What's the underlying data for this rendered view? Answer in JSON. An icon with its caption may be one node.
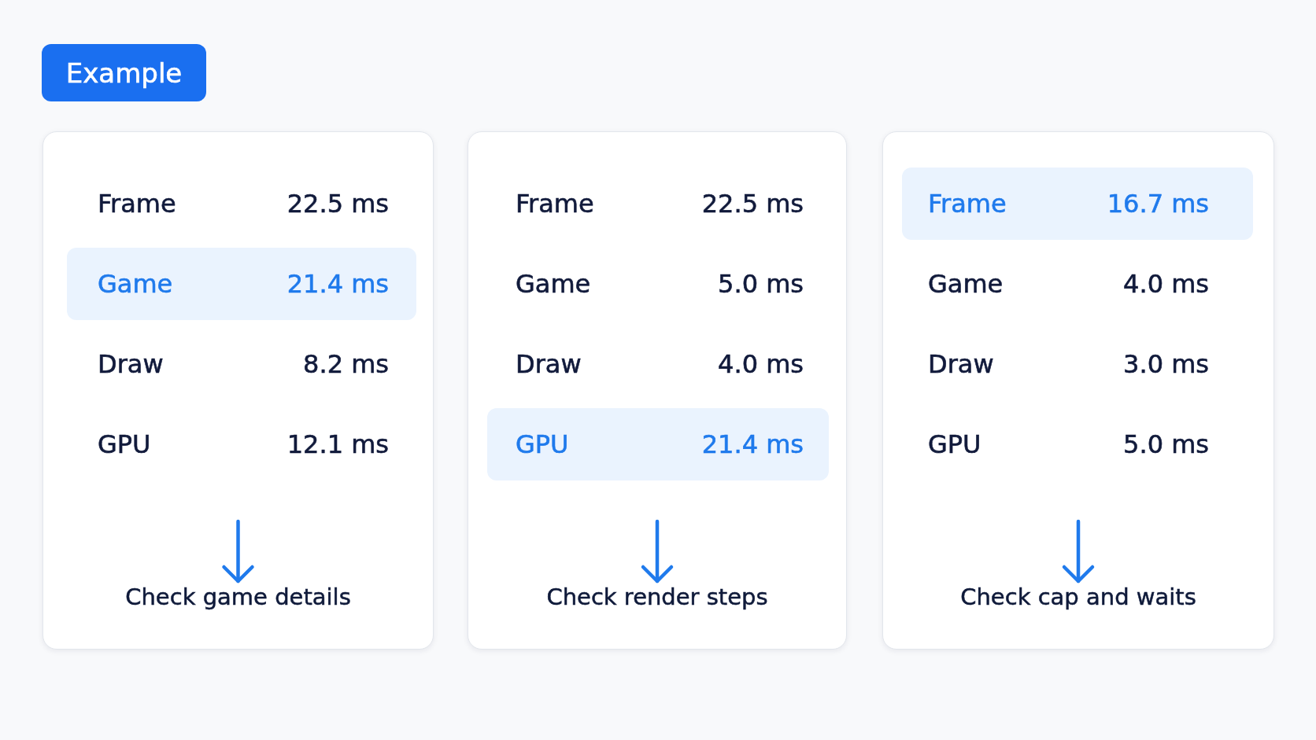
{
  "diagram": {
    "nodes": [
      {
        "text": [
          "Example"
        ]
      },
      {
        "text": [],
        "shape": "box"
      },
      {
        "text": [
          "Frame",
          "22.5 ms"
        ],
        "in": 1
      },
      {
        "text": [
          "Game",
          "21.4 ms"
        ],
        "in": 1
      },
      {
        "text": [
          "Draw",
          "8.2 ms"
        ],
        "in": 1
      },
      {
        "text": [
          "GPU",
          "12.1 ms"
        ],
        "in": 1
      },
      {
        "text": [
          "Check game details"
        ],
        "in": 1
      },
      {
        "text": [],
        "shape": "box"
      },
      {
        "text": [
          "Frame",
          "22.5 ms"
        ],
        "in": 7
      },
      {
        "text": [
          "Game",
          "5.0 ms"
        ],
        "in": 7
      },
      {
        "text": [
          "Draw",
          "4.0 ms"
        ],
        "in": 7
      },
      {
        "text": [
          "GPU",
          "21.4 ms"
        ],
        "in": 7
      },
      {
        "text": [
          "Check render steps"
        ],
        "in": 7
      },
      {
        "text": [],
        "shape": "box"
      },
      {
        "text": [
          "Frame",
          "16.7 ms"
        ],
        "in": 13
      },
      {
        "text": [
          "Game",
          "4.0 ms"
        ],
        "in": 13
      },
      {
        "text": [
          "Draw",
          "3.0 ms"
        ],
        "in": 13
      },
      {
        "text": [
          "GPU",
          "5.0 ms"
        ],
        "in": 13
      },
      {
        "text": [
          "Check cap and waits"
        ],
        "in": 13
      }
    ],
    "edges": [
      {
        "from": null,
        "to": 6,
        "arrow": "to"
      },
      {
        "from": null,
        "to": 12,
        "arrow": "to"
      },
      {
        "from": null,
        "to": 18,
        "arrow": "to"
      }
    ]
  }
}
